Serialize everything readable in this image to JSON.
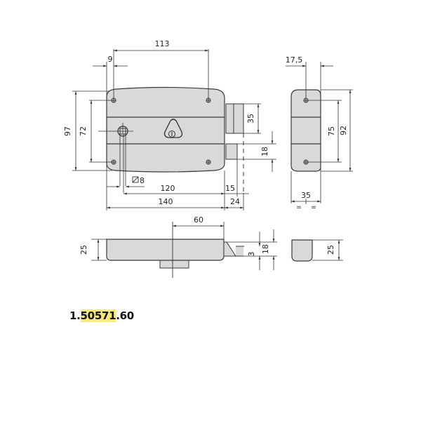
{
  "drawing": {
    "title": "Rim lock dimensional drawing",
    "product_code": {
      "prefix": "1.",
      "highlight": "50571",
      "suffix": ".60",
      "highlight_color": "#f7e97a"
    },
    "colors": {
      "body_fill": "#d9d9d9",
      "line": "#3a3a3a"
    },
    "front_view": {
      "dimensions": {
        "top_hole_spacing": "113",
        "hole_edge_offset": "9",
        "overall_height": "97",
        "hole_vertical_spacing": "72",
        "latch_height": "35",
        "bolt_height": "18",
        "square_spindle": "8",
        "spindle_to_edge": "120",
        "overall_width": "140",
        "bolt_projection": "15",
        "latch_projection": "24"
      }
    },
    "side_view": {
      "dimensions": {
        "hole_offset": "17,5",
        "hole_spacing": "75",
        "overall_height": "92",
        "width": "35",
        "equal_mark": "="
      }
    },
    "bottom_view": {
      "dimensions": {
        "backset": "60",
        "depth": "25",
        "latch_offset": "3",
        "bolt_height": "18"
      }
    },
    "end_view": {
      "dimensions": {
        "depth": "25"
      }
    }
  }
}
